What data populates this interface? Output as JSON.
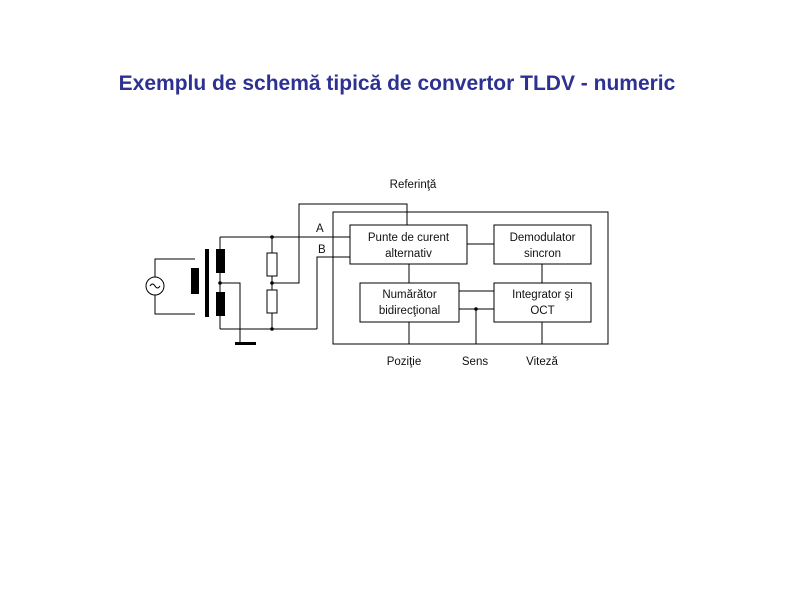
{
  "title": "Exemplu de schemă tipică de convertor TLDV - numeric",
  "diagram": {
    "labels": {
      "reference": "Referinţă",
      "port_a": "A",
      "port_b": "B",
      "position": "Poziţie",
      "direction": "Sens",
      "speed": "Viteză"
    },
    "blocks": {
      "ac_bridge": [
        "Punte de curent",
        "alternativ"
      ],
      "sync_demodulator": [
        "Demodulator",
        "sincron"
      ],
      "bidirectional_counter": [
        "Numărător",
        "bidirecţional"
      ],
      "integrator_oct": [
        "Integrator şi",
        "OCT"
      ]
    }
  }
}
